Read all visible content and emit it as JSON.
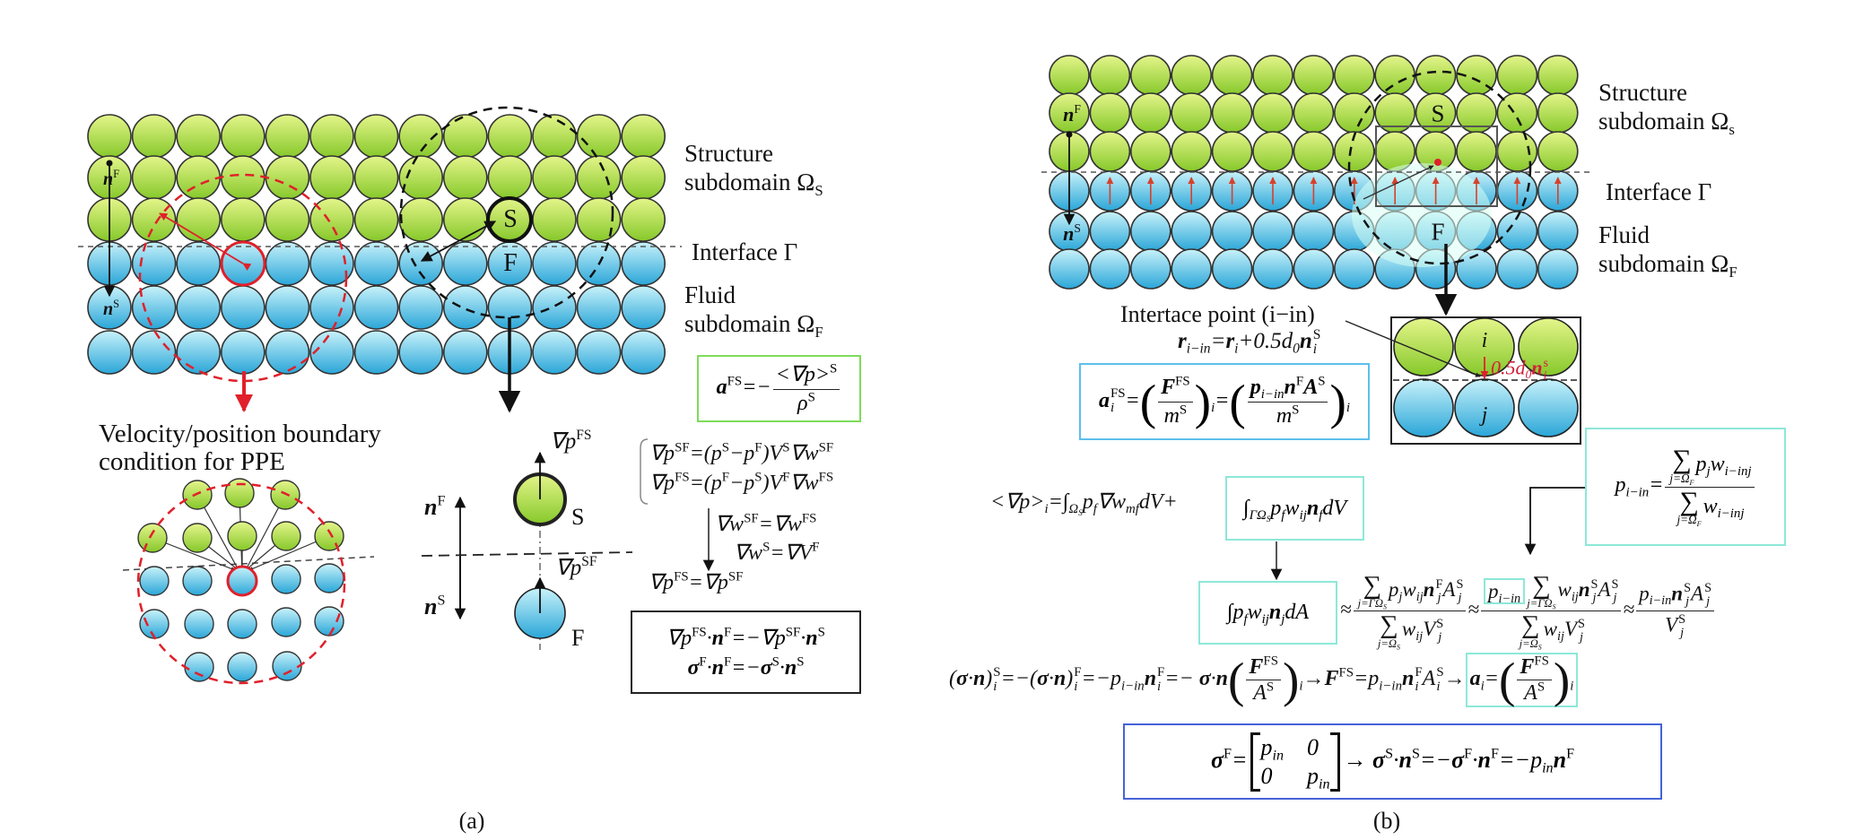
{
  "colors": {
    "solid": "#9ad63a",
    "fluid": "#3cb4e0",
    "highlight": "#e0202a",
    "green_box": "#7ddc5a",
    "cyan_box": "#8de8d8",
    "blue_box": "#5cc0ec",
    "navy_box": "#4463d8"
  },
  "panel_a": {
    "caption": "(a)",
    "grid": {
      "cols": 13,
      "solid_rows": 3,
      "fluid_rows": 3
    },
    "labels": {
      "structure": "Structure",
      "subdomain_s": "subdomain Ω_{S}",
      "interface": "Interface Γ",
      "fluid": "Fluid",
      "subdomain_f": "subdomain Ω_{F}",
      "particle_s": "S",
      "particle_f": "F",
      "normal_f": "*n*^{F}",
      "normal_s": "*n*^{S}"
    },
    "acceleration_eq": "*a*^{FS}=−\\f{<∇p>^{S}|ρ^{S}}",
    "ppe_caption": [
      "Velocity/position boundary",
      "condition for PPE"
    ],
    "pair": {
      "normal_f": "*n*^{F}",
      "normal_s": "*n*^{S}",
      "grad_fs": "∇p^{FS}",
      "grad_sf": "∇p^{SF}",
      "s": "S",
      "f": "F"
    },
    "equations": {
      "line1": "∇p^{SF}=(p^{S}−p^{F})V^{S}∇w^{SF}",
      "line2": "∇p^{FS}=(p^{F}−p^{S})V^{F}∇w^{FS}",
      "kernel1": "∇w^{SF}=∇w^{FS}",
      "kernel2": "∇w^{S}=∇V^{F}",
      "result": "∇p^{FS}=∇p^{SF}",
      "boxed1": "∇p^{FS}·*n*^{F}=−∇p^{SF}·*n*^{S}",
      "boxed2": "*σ*^{F}·*n*^{F}=−*σ*^{S}·*n*^{S}"
    }
  },
  "panel_b": {
    "caption": "(b)",
    "grid": {
      "cols": 13,
      "solid_rows": 3,
      "fluid_rows": 3
    },
    "labels": {
      "structure": "Structure",
      "subdomain_s": "subdomain Ω_{s}",
      "interface": "Interface Γ",
      "fluid": "Fluid",
      "subdomain_f": "subdomain Ω_{F}",
      "particle_s": "S",
      "particle_f": "F",
      "normal_f": "*n*^{F}",
      "normal_s": "*n*^{S}"
    },
    "interface_point": "Intertace point (i−in)",
    "position_eq": "*r*_{i−in}=*r*_{i}+0.5d_{0}*n*^{S}_{i}",
    "inset": {
      "i": "i",
      "j": "j",
      "offset": "0.5d_{0}*n*^{s}_{i}"
    },
    "accel_eq": "*a*_{i}^{FS}=\\p{\\f{*F*^{FS}|m^{S}}}_{i}=\\p{\\f{*p*_{i−in}*n*^{F}*A*^{S}|m^{S}}}_{i}",
    "gradient_eq": "<∇p>_{i}=∫_{Ω_{S}}p_{f}∇w_{mf}dV+",
    "boundary_integral": "∫_{ΓΩ_{S}}p_{f}w_{ij}*n*_{f}dV",
    "area_integral": "∫p_{f}w_{ij}*n*_{j}dA",
    "approx_eq": "≈\\f{\\s{j=ΓΩ_{S}}p_{j}w_{ij}*n*^{F}_{j}A^{S}_{j}|\\s{j=Ω_{S}}w_{ij}V^{S}_{j}}≈\\f{\\b{p_{i−in}}\\s{j=ΓΩ_{S}}w_{ij}*n*^{S}_{j}A^{S}_{j}|\\s{j=Ω_{S}}w_{ij}V^{S}_{j}}≈\\f{p_{i−in}*n*^{S}_{j}A^{S}_{j}|V^{S}_{j}}",
    "interp_eq": "p_{i−in}=\\f{\\s{j=Ω_{F}}p_{j}w_{i−inj}|\\s{j=Ω_{F}}w_{i−inj}}",
    "stress_eq": "(*σ*·*n*)^{S}_{i}=−(*σ*·*n*)^{F}_{i}=−p_{i−in}*n*^{F}_{i}=− *σ*·*n*\\p{\\f{*F*^{FS}|A^{S}}}_{i}<b>→</b>*F*^{FS}=p_{i−in}*n*^{F}_{i}A^{S}_{i}<b>→</b>\\b{*a*_{i}=\\p{\\f{*F*^{FS}|A^{S}}}_{i}}",
    "tensor_eq": "*σ*^{F}=\\m{p_{in}|0|0|p_{in}}<b>→</b> *σ*^{S}·*n*^{S}=−*σ*^{F}·*n*^{F}=−p_{in}*n*^{F}"
  }
}
